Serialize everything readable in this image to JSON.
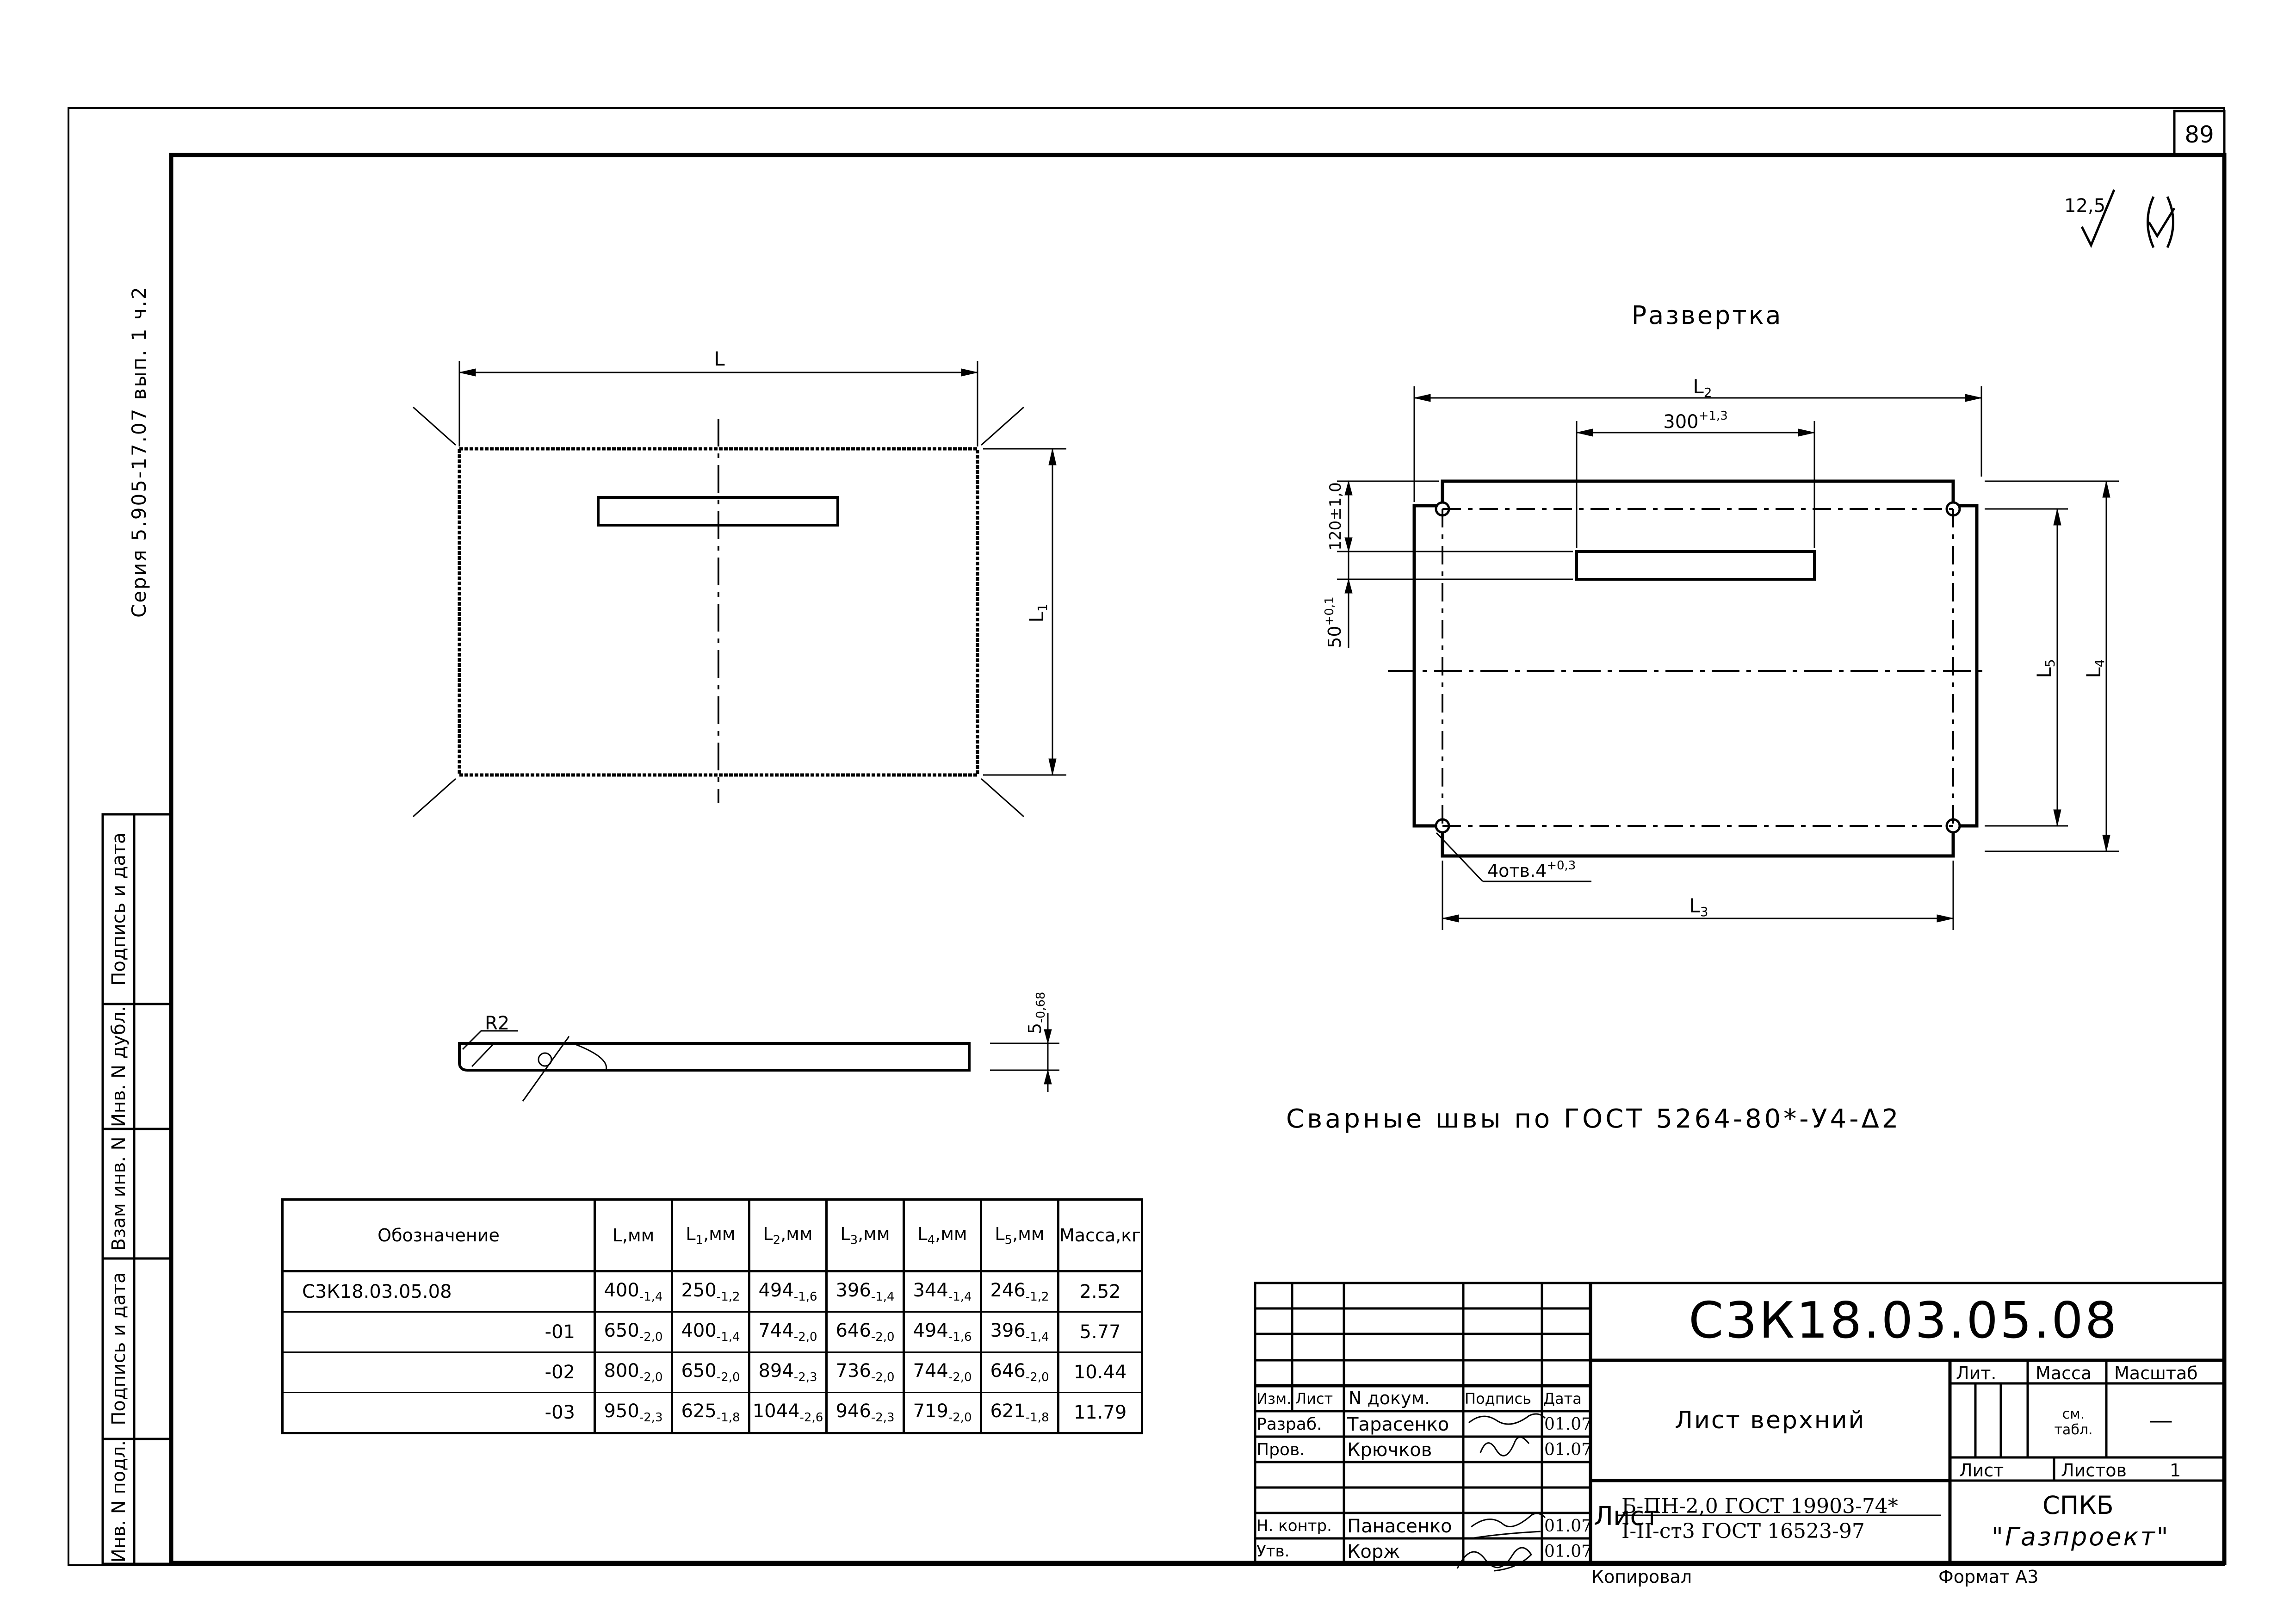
{
  "sheet_number": "89",
  "series_label": "Серия 5.905-17.07 вып. 1 ч.2",
  "roughness": {
    "value": "12,5",
    "symbol": "√(✓)"
  },
  "left_margin_labels": [
    "Подпись и дата",
    "Инв. N дубл.",
    "Взам инв. N",
    "Подпись и дата",
    "Инв. N подл."
  ],
  "drawing": {
    "razvertka_title": "Развертка",
    "dims": {
      "L": "L",
      "L1": "L1",
      "L2": "L2",
      "L3": "L3",
      "L4": "L4",
      "L5": "L5",
      "slot_length": "300",
      "slot_length_tol": "+1,3",
      "height_120": "120±1,0",
      "height_50": "50",
      "height_50_tol": "+0,1",
      "holes": "4отв.4",
      "holes_tol": "+0,3",
      "radius": "R2",
      "thickness": "5",
      "thickness_tol": "-0,68"
    },
    "weld_note": "Сварные швы по ГОСТ 5264-80*-У4-Δ2"
  },
  "spec_table": {
    "headers": [
      "Обозначение",
      "L,мм",
      "L1,мм",
      "L2,мм",
      "L3,мм",
      "L4,мм",
      "L5,мм",
      "Масса,кг"
    ],
    "rows": [
      {
        "designation": "С3К18.03.05.08",
        "L": "400",
        "L_tol": "-1,4",
        "L1": "250",
        "L1_tol": "-1,2",
        "L2": "494",
        "L2_tol": "-1,6",
        "L3": "396",
        "L3_tol": "-1,4",
        "L4": "344",
        "L4_tol": "-1,4",
        "L5": "246",
        "L5_tol": "-1,2",
        "mass": "2.52"
      },
      {
        "designation": "-01",
        "L": "650",
        "L_tol": "-2,0",
        "L1": "400",
        "L1_tol": "-1,4",
        "L2": "744",
        "L2_tol": "-2,0",
        "L3": "646",
        "L3_tol": "-2,0",
        "L4": "494",
        "L4_tol": "-1,6",
        "L5": "396",
        "L5_tol": "-1,4",
        "mass": "5.77"
      },
      {
        "designation": "-02",
        "L": "800",
        "L_tol": "-2,0",
        "L1": "650",
        "L1_tol": "-2,0",
        "L2": "894",
        "L2_tol": "-2,3",
        "L3": "736",
        "L3_tol": "-2,0",
        "L4": "744",
        "L4_tol": "-2,0",
        "L5": "646",
        "L5_tol": "-2,0",
        "mass": "10.44"
      },
      {
        "designation": "-03",
        "L": "950",
        "L_tol": "-2,3",
        "L1": "625",
        "L1_tol": "-1,8",
        "L2": "1044",
        "L2_tol": "-2,6",
        "L3": "946",
        "L3_tol": "-2,3",
        "L4": "719",
        "L4_tol": "-2,0",
        "L5": "621",
        "L5_tol": "-1,8",
        "mass": "11.79"
      }
    ]
  },
  "title_block": {
    "code": "С3К18.03.05.08",
    "name": "Лист верхний",
    "headers": {
      "izm": "Изм.",
      "list": "Лист",
      "doc": "N докум.",
      "sign": "Подпись",
      "date": "Дата"
    },
    "people": [
      {
        "role": "Разраб.",
        "name": "Тарасенко",
        "date": "01.07"
      },
      {
        "role": "Пров.",
        "name": "Крючков",
        "date": "01.07"
      },
      {
        "role": "Н. контр.",
        "name": "Панасенко",
        "date": "01.07"
      },
      {
        "role": "Утв.",
        "name": "Корж",
        "date": "01.07"
      }
    ],
    "lit": "Лит.",
    "massa": "Масса",
    "masshtab": "Масштаб",
    "massa_value": "см. табл.",
    "masshtab_value": "—",
    "list_label": "Лист",
    "listov_label": "Листов",
    "listov_value": "1",
    "material_prefix": "Лист",
    "material_top": "Б-ПН-2,0 ГОСТ 19903-74*",
    "material_bottom": "I-II-ст3 ГОСТ 16523-97",
    "org_line1": "СПКБ",
    "org_line2": "\"Газпроект\""
  },
  "footer": {
    "copied": "Копировал",
    "format": "Формат А3"
  }
}
